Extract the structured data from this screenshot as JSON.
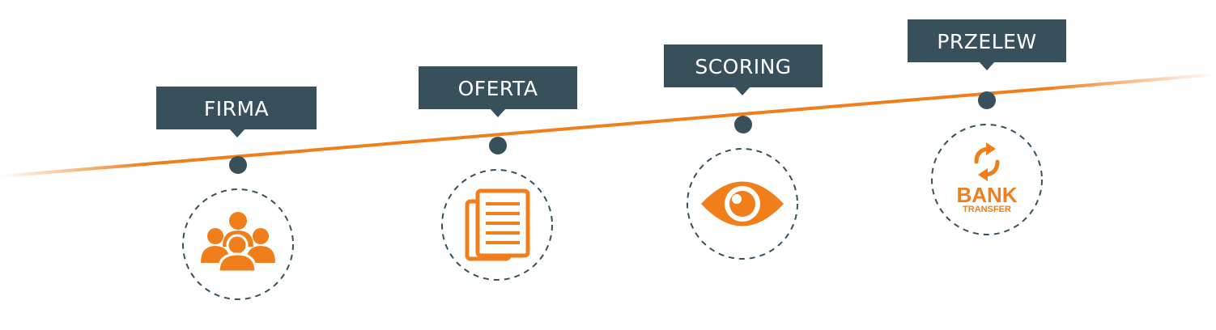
{
  "steps": [
    {
      "label": "FIRMA",
      "icon": "people-group-icon"
    },
    {
      "label": "OFERTA",
      "icon": "documents-icon"
    },
    {
      "label": "SCORING",
      "icon": "eye-icon"
    },
    {
      "label": "PRZELEW",
      "icon": "bank-transfer-icon"
    }
  ],
  "bank_transfer": {
    "word1": "BANK",
    "word2": "TRANSFER"
  },
  "colors": {
    "accent": "#F07E1B",
    "label_bg": "#37505C",
    "dot": "#37505C",
    "dash": "#37505C"
  }
}
